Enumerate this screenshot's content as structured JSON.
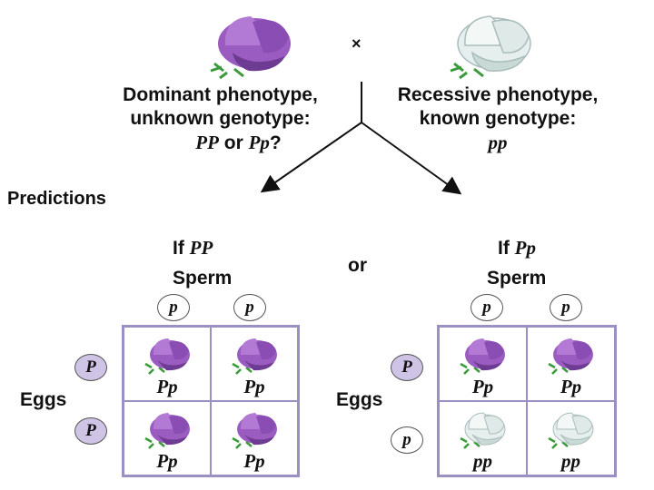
{
  "parents": {
    "cross_symbol": "×",
    "left_line1": "Dominant phenotype,",
    "left_line2": "unknown genotype:",
    "left_line3_a": "PP",
    "left_line3_or": " or ",
    "left_line3_b": "Pp",
    "left_line3_q": "?",
    "right_line1": "Recessive phenotype,",
    "right_line2": "known genotype:",
    "right_line3": "pp"
  },
  "predictions_label": "Predictions",
  "or_label": "or",
  "squares": [
    {
      "if_label": "If ",
      "if_genotype": "PP",
      "sperm_label": "Sperm",
      "eggs_label": "Eggs",
      "sperm": [
        "p",
        "p"
      ],
      "eggs": [
        "P",
        "P"
      ],
      "cells": [
        {
          "genotype": "Pp",
          "flower": "purple"
        },
        {
          "genotype": "Pp",
          "flower": "purple"
        },
        {
          "genotype": "Pp",
          "flower": "purple"
        },
        {
          "genotype": "Pp",
          "flower": "purple"
        }
      ]
    },
    {
      "if_label": "If ",
      "if_genotype": "Pp",
      "sperm_label": "Sperm",
      "eggs_label": "Eggs",
      "sperm": [
        "p",
        "p"
      ],
      "eggs": [
        "P",
        "p"
      ],
      "cells": [
        {
          "genotype": "Pp",
          "flower": "purple"
        },
        {
          "genotype": "Pp",
          "flower": "purple"
        },
        {
          "genotype": "pp",
          "flower": "white"
        },
        {
          "genotype": "pp",
          "flower": "white"
        }
      ]
    }
  ],
  "colors": {
    "purple_petal": "#9a5cc0",
    "purple_dark": "#6e3b93",
    "white_petal": "#e6efed",
    "white_dark": "#a9bdbb",
    "leaf": "#3a9a3a",
    "grid_border": "#9b8fc4",
    "dominant_allele_fill": "#cfc3e6"
  }
}
